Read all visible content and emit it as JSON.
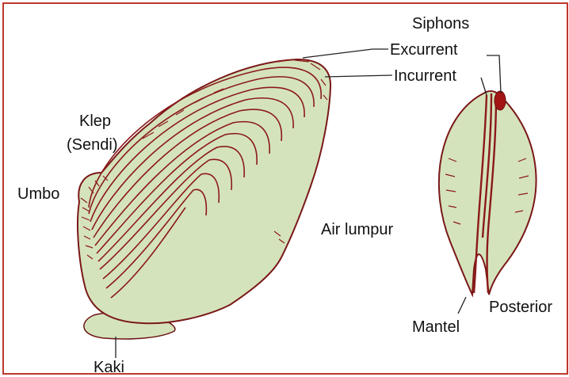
{
  "labels": {
    "siphons": "Siphons",
    "excurrent": "Excurrent",
    "incurrent": "Incurrent",
    "klep_line1": "Klep",
    "klep_line2": "(Sendi)",
    "umbo": "Umbo",
    "air_lumpur": "Air lumpur",
    "mantel": "Mantel",
    "posterior": "Posterior",
    "kaki": "Kaki"
  },
  "colors": {
    "shell_fill": "#d5e3bc",
    "growth_lines": "#8b1a1a",
    "border": "#c0392b",
    "text": "#111111"
  }
}
